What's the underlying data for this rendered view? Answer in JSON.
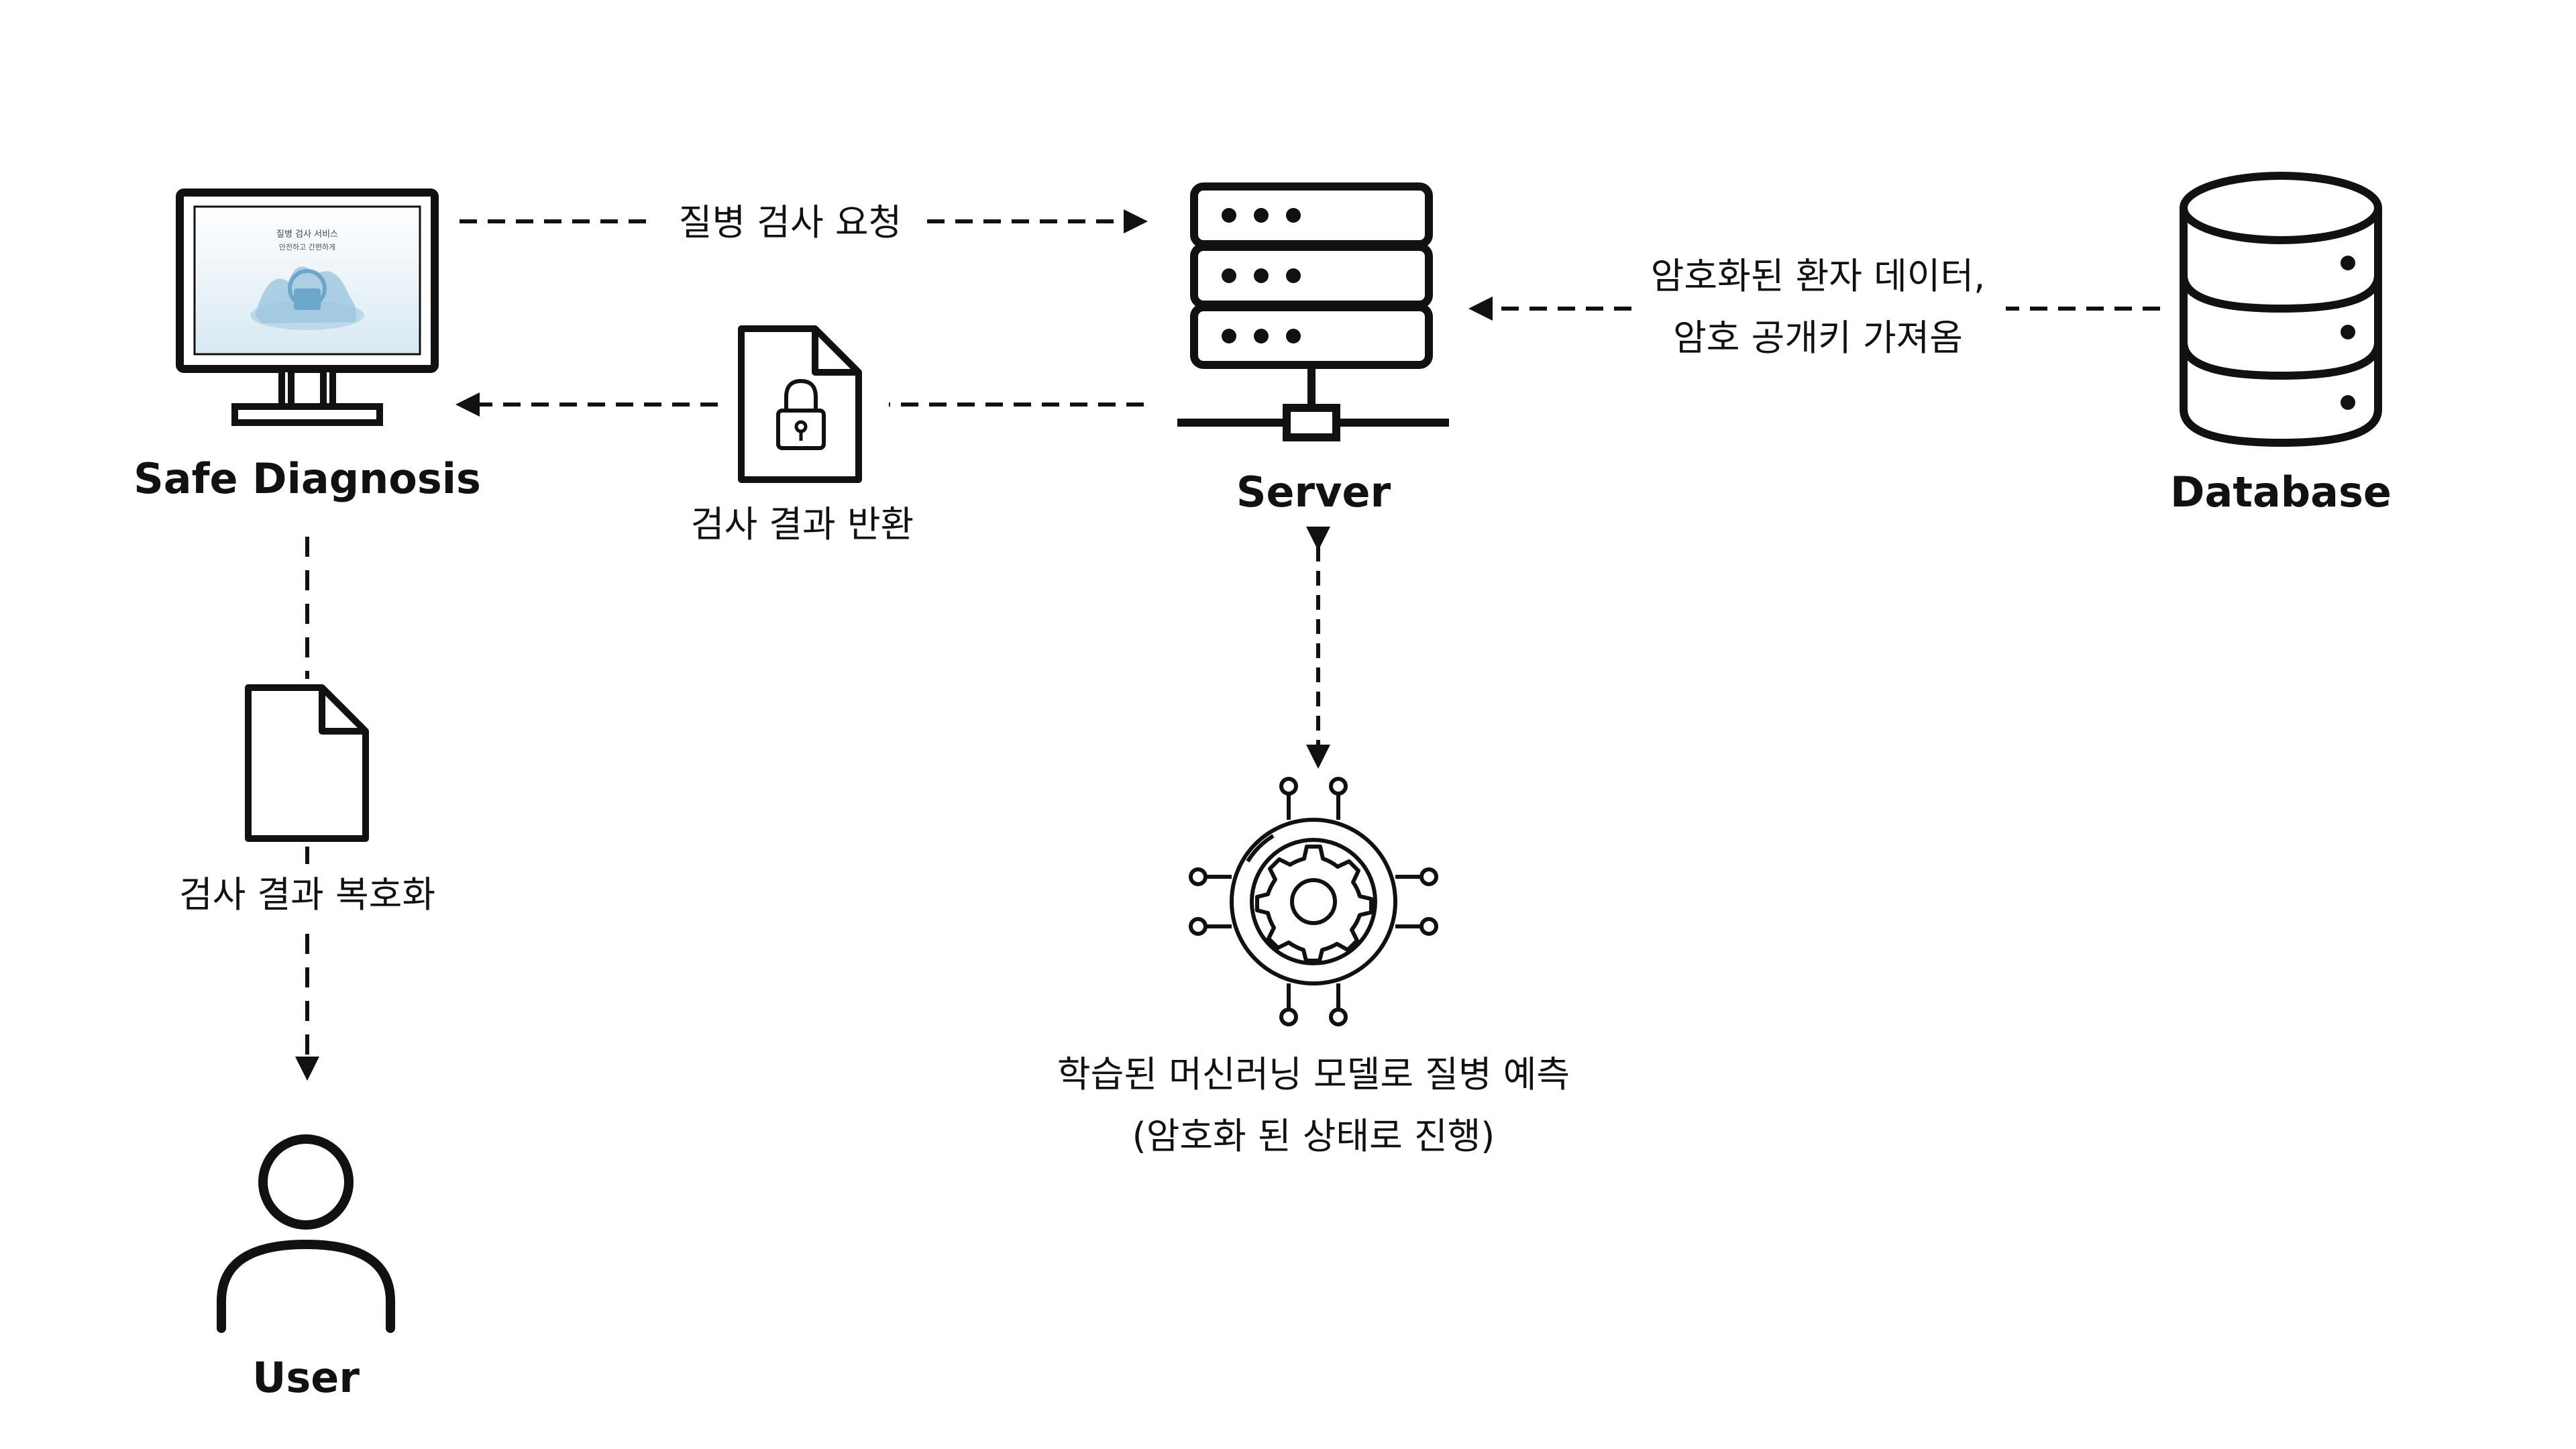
{
  "nodes": {
    "client": {
      "label": "Safe Diagnosis",
      "screen_title": "질병 검사 서비스",
      "screen_subtitle": "안전하고 간편하게"
    },
    "server": {
      "label": "Server"
    },
    "database": {
      "label": "Database"
    },
    "user": {
      "label": "User"
    },
    "ml_model": {
      "label_line1": "학습된 머신러닝 모델로 질병 예측",
      "label_line2": "(암호화 된 상태로 진행)"
    }
  },
  "edges": {
    "request": {
      "label": "질병 검사 요청"
    },
    "result_return": {
      "label": "검사 결과 반환"
    },
    "db_fetch": {
      "label_line1": "암호화된 환자 데이터,",
      "label_line2": "암호 공개키 가져옴"
    },
    "decrypt": {
      "label": "검사 결과 복호화"
    }
  },
  "icons": {
    "client": "monitor-icon",
    "server": "server-rack-icon",
    "database": "database-icon",
    "user": "user-icon",
    "ml_model": "gear-circuit-icon",
    "encrypted_doc": "locked-document-icon",
    "decrypted_doc": "document-icon"
  },
  "colors": {
    "ink": "#111111",
    "screen_bg": "#e8f2f8",
    "screen_accent": "#7fb6d3"
  }
}
